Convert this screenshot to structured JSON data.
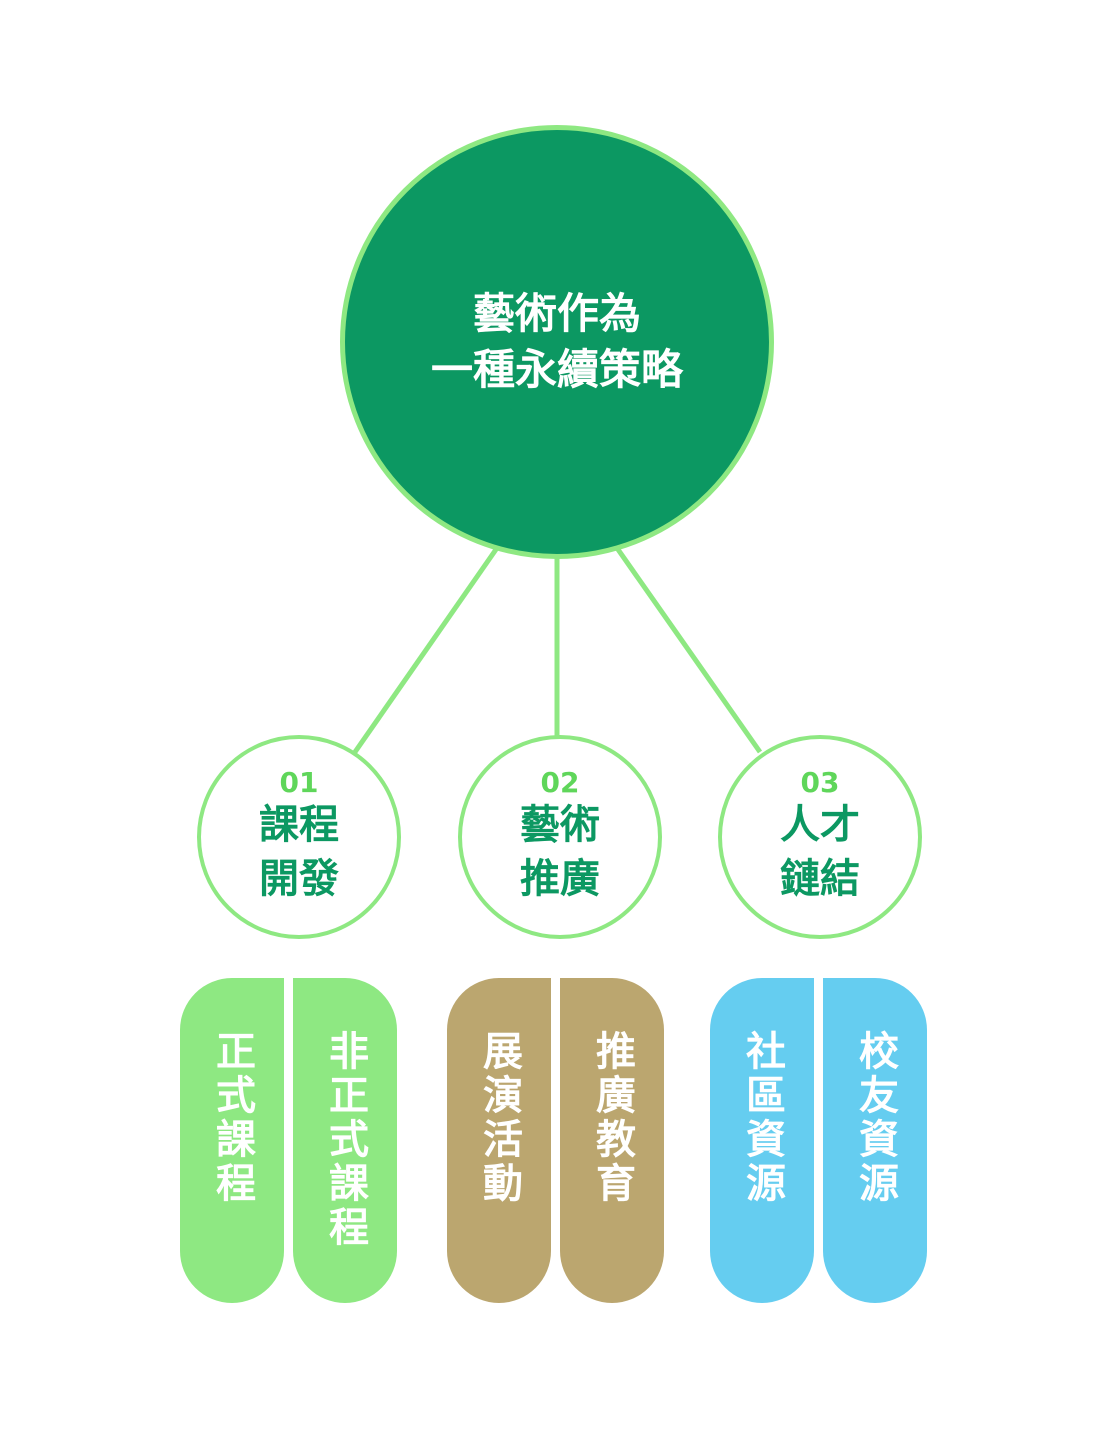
{
  "title": {
    "line1": "藝術作為",
    "line2": "一種永續策略"
  },
  "branches": [
    {
      "number": "01",
      "line1": "課程",
      "line2": "開發",
      "color": "#8ee882",
      "items": [
        "正式課程",
        "非正式課程"
      ]
    },
    {
      "number": "02",
      "line1": "藝術",
      "line2": "推廣",
      "color": "#bba66f",
      "items": [
        "展演活動",
        "推廣教育"
      ]
    },
    {
      "number": "03",
      "line1": "人才",
      "line2": "鏈結",
      "color": "#65cdf0",
      "items": [
        "社區資源",
        "校友資源"
      ]
    }
  ]
}
